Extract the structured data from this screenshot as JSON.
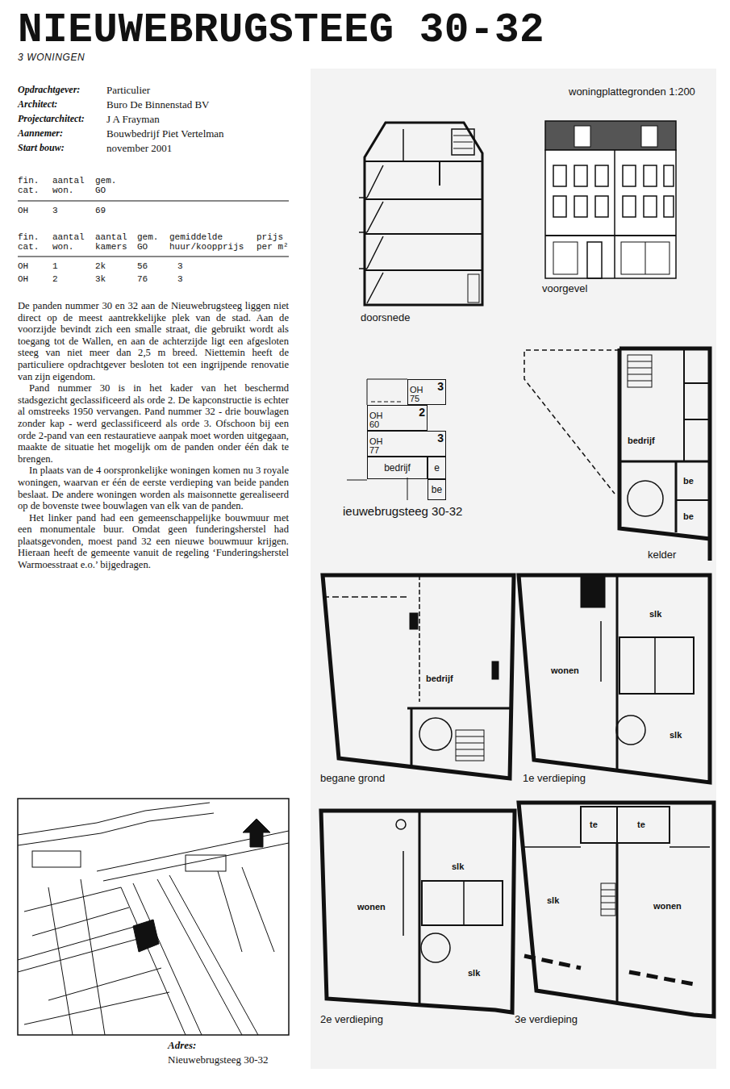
{
  "diagram": {
    "title": "NIEUWEBRUGSTEEG 30-32",
    "nodes": [
      {
        "text": [
          "OH 75",
          "3"
        ]
      },
      {
        "text": [
          "OH 60",
          "2"
        ]
      },
      {
        "text": [
          "OH 77",
          "3"
        ]
      },
      {
        "text": [
          "bedrijf"
        ]
      },
      {
        "text": [
          "e"
        ]
      },
      {
        "text": [
          "be"
        ]
      }
    ],
    "labels": [
      "3 WONINGEN",
      "Opdrachtgever:",
      "Particulier",
      "Architect:",
      "Buro De Binnenstad BV",
      "Projectarchitect:",
      "J A Frayman",
      "Aannemer:",
      "Bouwbedrijf Piet Vertelman",
      "Start bouw:",
      "november 2001",
      "fin. cat.",
      "aantal won.",
      "gem. GO",
      "OH",
      "3",
      "69",
      "fin. cat.",
      "aantal won.",
      "aantal kamers",
      "gem. GO",
      "gemiddelde huur/koopprijs",
      "prijs per m²",
      "OH",
      "1",
      "2k",
      "56",
      "3",
      "OH",
      "2",
      "3k",
      "76",
      "3",
      "De panden nummer 30 en 32 aan de Nieuwebrugsteeg liggen niet direct op de meest aantrekkelijke plek van de stad. Aan de voorzijde bevindt zich een smalle straat, die gebruikt wordt als toegang tot de Wallen, en aan de achterzijde ligt een afgesloten steeg van niet meer dan 2,5 m breed. Niettemin heeft de particuliere opdrachtgever besloten tot een ingrijpende renovatie van zijn eigendom.",
      "Pand nummer 30 is in het kader van het beschermd stadsgezicht geclassificeerd als orde 2. De kapconstructie is echter al omstreeks 1950 vervangen. Pand nummer 32 - drie bouwlagen zonder kap - werd geclassificeerd als orde 3. Ofschoon bij een orde 2-pand van een restauratieve aanpak moet worden uitgegaan, maakte de situatie het mogelijk om de panden onder één dak te brengen.",
      "In plaats van de 4 oorspronkelijke woningen komen nu 3 royale woningen, waarvan er één de eerste verdieping van beide panden beslaat. De andere woningen worden als maisonnette gerealiseerd op de bovenste twee bouwlagen van elk van de panden.",
      "Het linker pand had een gemeenschappelijke bouwmuur met een monumentale buur. Omdat geen funderingsherstel had plaatsgevonden, moest pand 32 een nieuwe bouwmuur krijgen. Hieraan heeft de gemeente vanuit de regeling ‘Funderingsherstel Warmoesstraat e.o.’ bijgedragen.",
      "woningplattegronden 1:200",
      "doorsnede",
      "voorgevel",
      "ieuwebrugsteeg 30-32",
      "kelder",
      "begane grond",
      "1e verdieping",
      "2e verdieping",
      "3e verdieping",
      "Adres:",
      "Nieuwebrugsteeg 30-32",
      "bedrijf",
      "be",
      "be",
      "bedrijf",
      "slk",
      "wonen",
      "slk",
      "wonen",
      "slk",
      "slk",
      "te",
      "te",
      "slk",
      "wonen"
    ]
  }
}
